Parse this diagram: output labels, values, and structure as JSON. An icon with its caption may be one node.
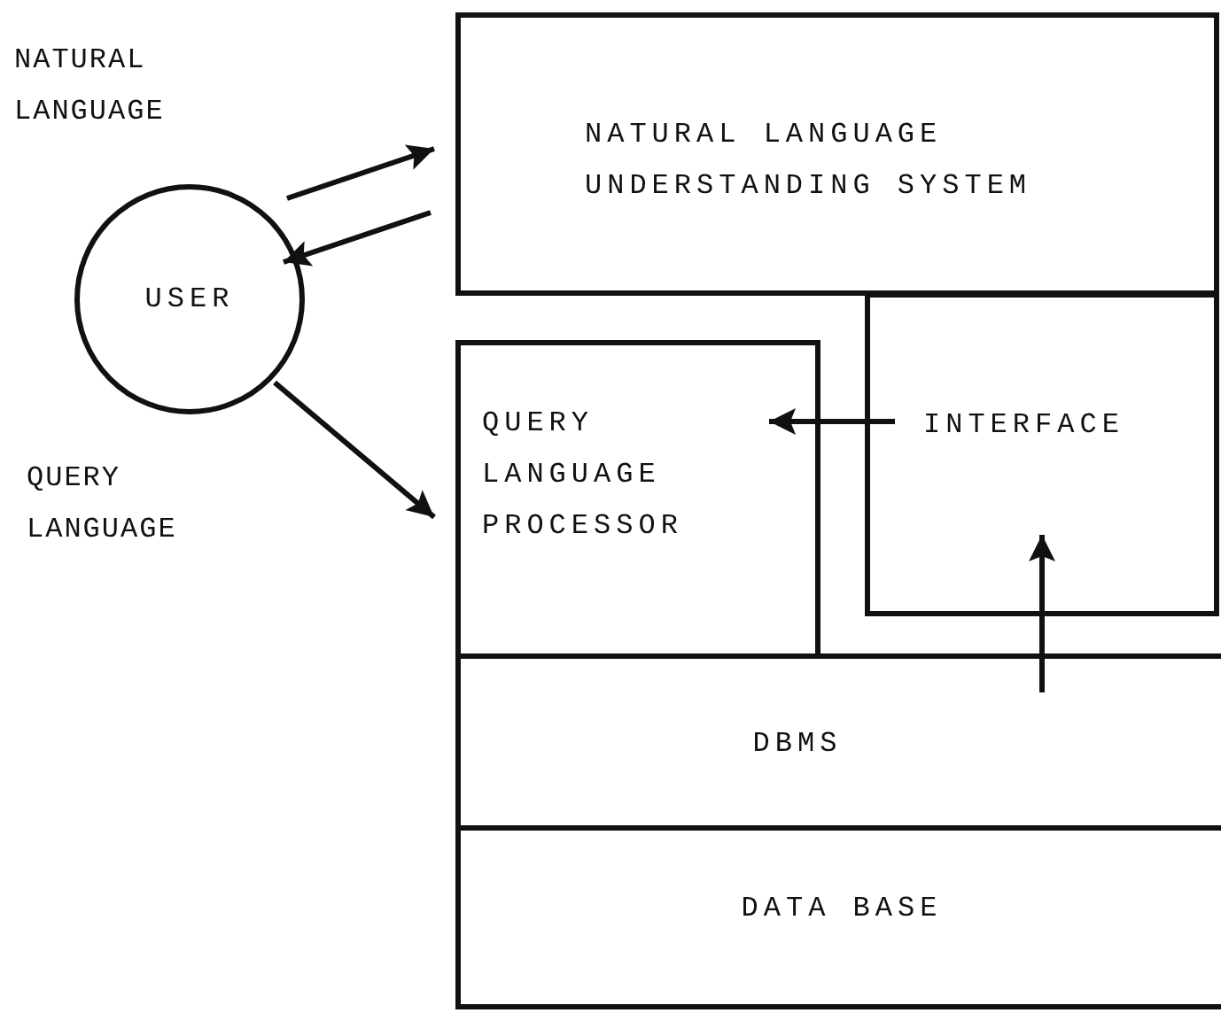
{
  "diagram": {
    "nodes": [
      {
        "text": [
          "USER"
        ]
      },
      {
        "text": [
          "NATURAL LANGUAGE UNDERSTANDING SYSTEM"
        ]
      },
      {
        "text": [
          "QUERY LANGUAGE PROCESSOR"
        ]
      },
      {
        "text": [
          "INTERFACE"
        ]
      },
      {
        "text": [
          "DBMS"
        ]
      },
      {
        "text": [
          "DATA BASE"
        ]
      }
    ],
    "edges": [
      {
        "from": 0,
        "to": 1,
        "arrow": "to"
      },
      {
        "from": 1,
        "to": 0,
        "arrow": "to"
      },
      {
        "from": 0,
        "to": 2,
        "arrow": "to"
      },
      {
        "from": 3,
        "to": 2,
        "arrow": "to"
      },
      {
        "from": 4,
        "to": 3,
        "arrow": "to"
      }
    ],
    "labels": [
      "NATURAL LANGUAGE",
      "QUERY LANGUAGE"
    ]
  }
}
